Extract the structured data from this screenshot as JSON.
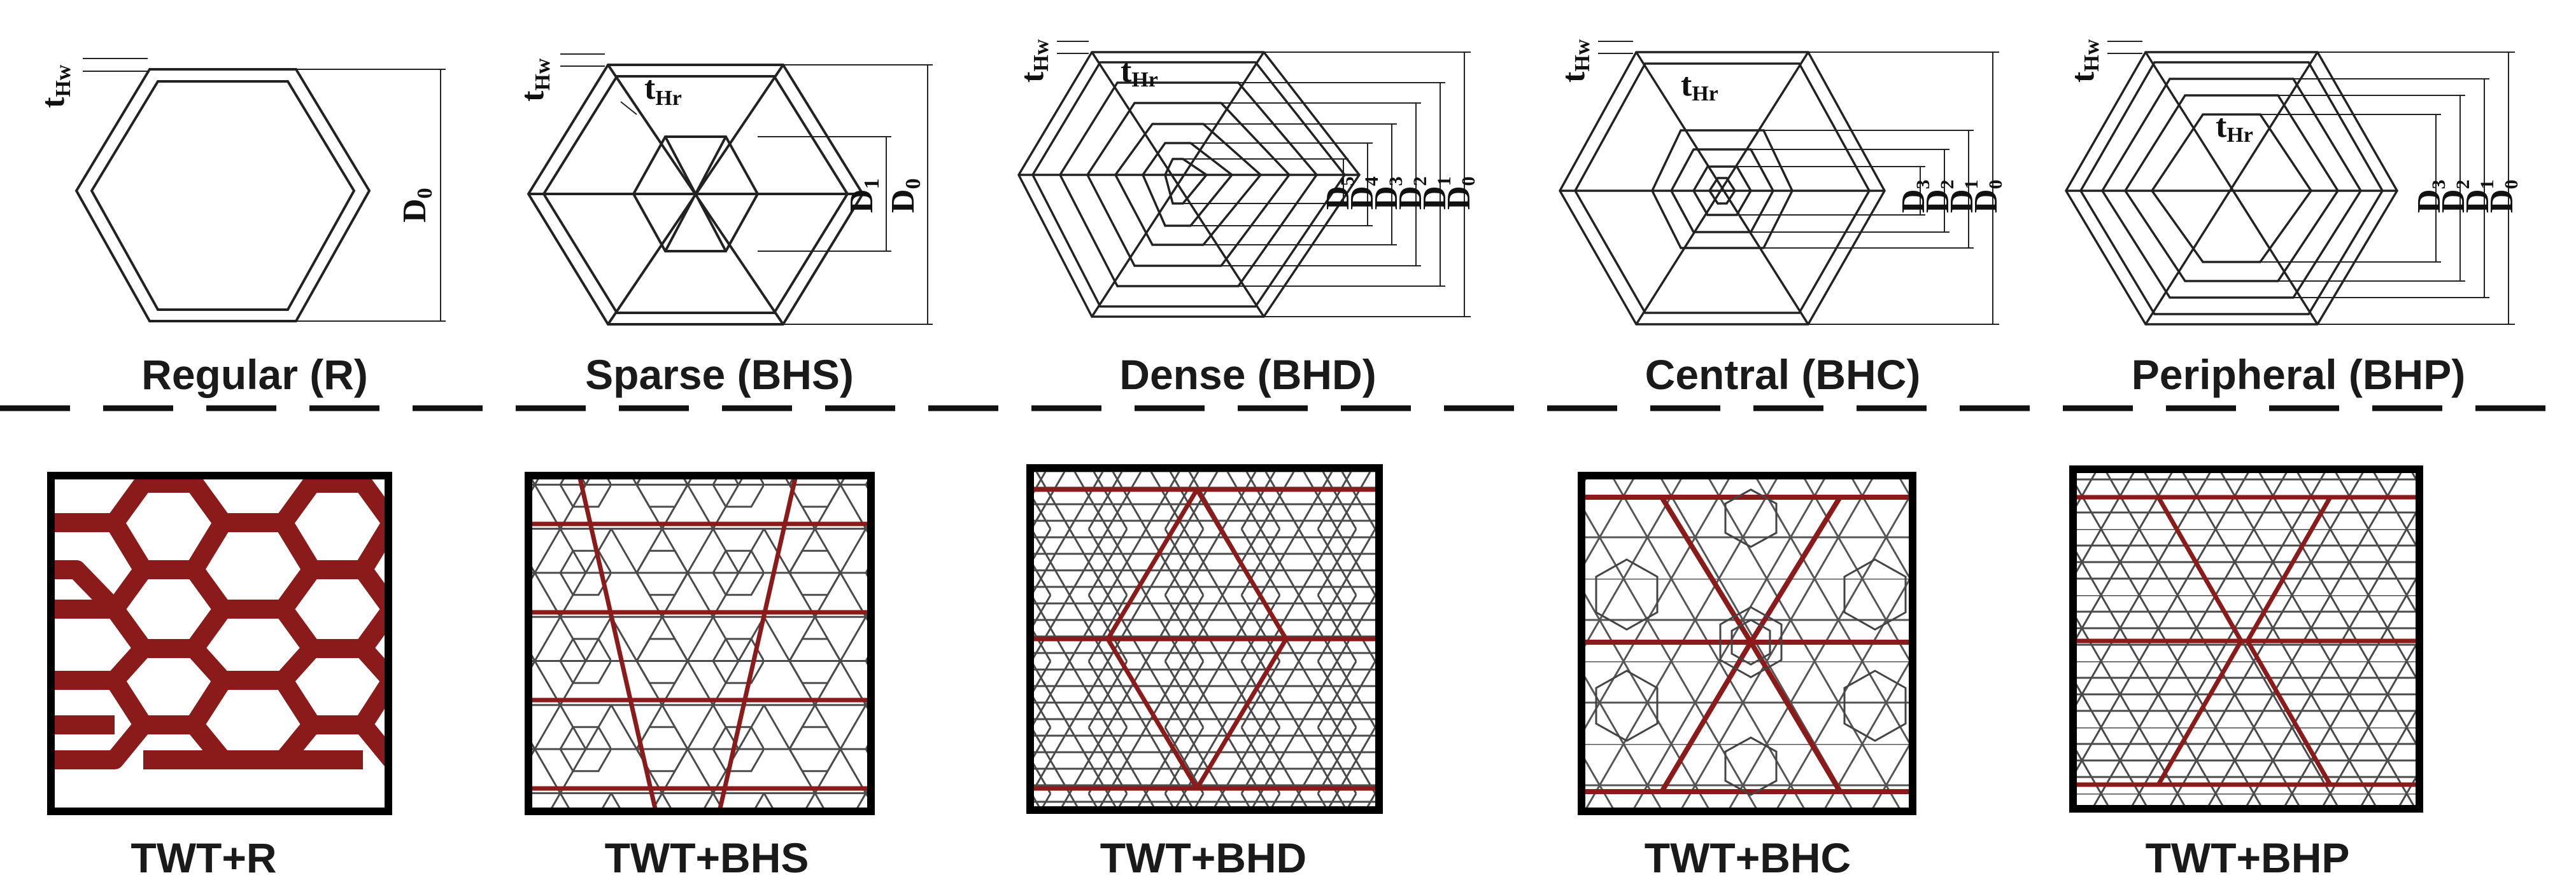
{
  "figure": {
    "colors": {
      "line": "#222222",
      "wall": "#8b1a1a",
      "frame": "#000000",
      "lattice": "#4a4a4a"
    },
    "unit_cells": [
      {
        "caption": "Regular (R)",
        "labels": {
          "t_hw": "t",
          "t_hw_sub": "Hw",
          "d0": "D",
          "d0_sub": "0"
        }
      },
      {
        "caption": "Sparse (BHS)",
        "labels": {
          "t_hw": "t",
          "t_hw_sub": "Hw",
          "t_hr": "t",
          "t_hr_sub": "Hr",
          "d1": "D",
          "d1_sub": "1",
          "d0": "D",
          "d0_sub": "0"
        }
      },
      {
        "caption": "Dense (BHD)",
        "labels": {
          "t_hw": "t",
          "t_hw_sub": "Hw",
          "t_hr": "t",
          "t_hr_sub": "Hr"
        },
        "d_labels": [
          "D5",
          "D4",
          "D3",
          "D2",
          "D1",
          "D0"
        ]
      },
      {
        "caption": "Central (BHC)",
        "labels": {
          "t_hw": "t",
          "t_hw_sub": "Hw",
          "t_hr": "t",
          "t_hr_sub": "Hr"
        },
        "d_labels": [
          "D3",
          "D2",
          "D1",
          "D0"
        ]
      },
      {
        "caption": "Peripheral (BHP)",
        "labels": {
          "t_hw": "t",
          "t_hw_sub": "Hw",
          "t_hr": "t",
          "t_hr_sub": "Hr"
        },
        "d_labels": [
          "D3",
          "D2",
          "D1",
          "D0"
        ]
      }
    ],
    "structures": [
      {
        "caption": "TWT+R"
      },
      {
        "caption": "TWT+BHS"
      },
      {
        "caption": "TWT+BHD"
      },
      {
        "caption": "TWT+BHC"
      },
      {
        "caption": "TWT+BHP"
      }
    ]
  }
}
